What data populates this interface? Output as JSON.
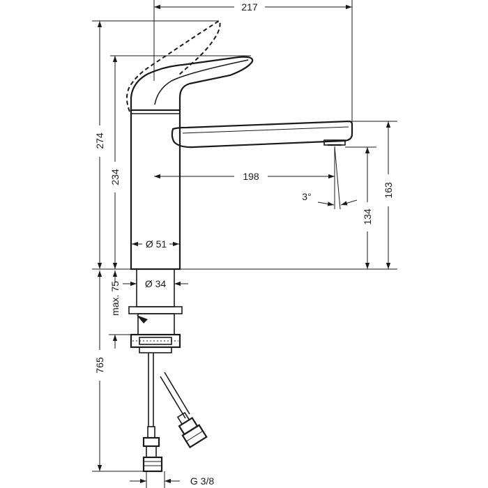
{
  "drawing": {
    "dimensions": {
      "total_height_open": "274",
      "total_height": "234",
      "spout_reach_total": "217",
      "spout_reach": "198",
      "spout_height": "163",
      "outlet_height": "134",
      "spray_angle": "3°",
      "body_diameter": "Ø 51",
      "mount_diameter": "Ø 34",
      "max_counter_thickness": "max. 75",
      "hose_length": "765",
      "connection_thread": "G 3/8"
    }
  }
}
